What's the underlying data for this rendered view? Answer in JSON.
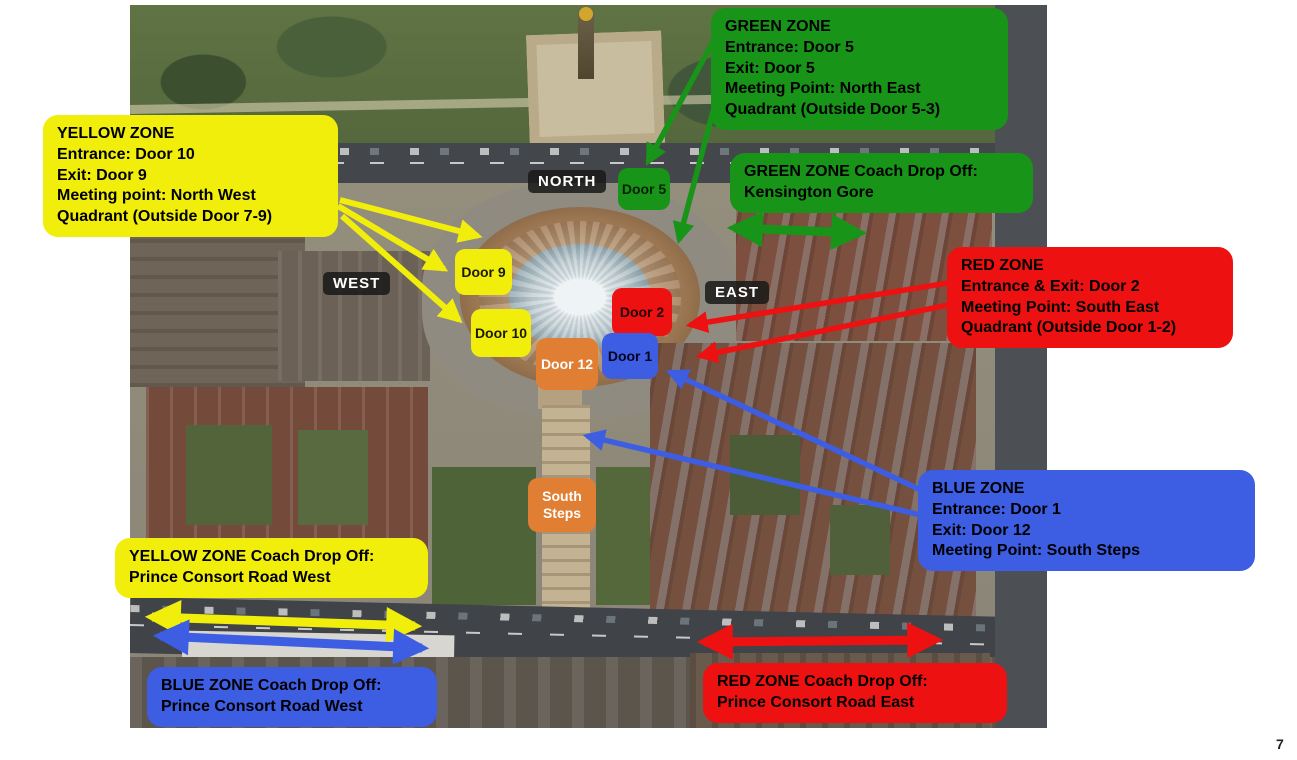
{
  "page": {
    "number": "7"
  },
  "compass": {
    "north": "NORTH",
    "west": "WEST",
    "east": "EAST"
  },
  "colors": {
    "green": "#189418",
    "yellow": "#f2ee0b",
    "red": "#ee1111",
    "blue": "#3d5de3",
    "orange": "#e07e33",
    "compass_label_bg": "#191919"
  },
  "zones": {
    "green": {
      "title": "GREEN ZONE",
      "lines": [
        "Entrance: Door 5",
        "Exit: Door 5",
        "Meeting Point: North East Quadrant (Outside Door 5-3)"
      ],
      "coach": {
        "line1": "GREEN ZONE Coach Drop Off:",
        "line2": "Kensington Gore"
      }
    },
    "yellow": {
      "title": "YELLOW ZONE",
      "lines": [
        "Entrance: Door 10",
        "Exit: Door 9",
        "Meeting point: North West Quadrant (Outside Door 7-9)"
      ],
      "coach": {
        "line1": "YELLOW ZONE Coach Drop Off:",
        "line2": "Prince Consort Road West"
      }
    },
    "red": {
      "title": "RED ZONE",
      "lines": [
        "Entrance & Exit: Door 2",
        "Meeting Point: South East Quadrant (Outside Door 1-2)"
      ],
      "coach": {
        "line1": "RED ZONE Coach Drop Off:",
        "line2": "Prince Consort Road East"
      }
    },
    "blue": {
      "title": "BLUE ZONE",
      "lines": [
        "Entrance: Door 1",
        "Exit: Door 12",
        "Meeting Point: South Steps"
      ],
      "coach": {
        "line1": "BLUE ZONE Coach Drop Off:",
        "line2": "Prince Consort Road West"
      }
    }
  },
  "doors": {
    "door5": "Door 5",
    "door9": "Door 9",
    "door10": "Door 10",
    "door12": "Door 12",
    "door2": "Door 2",
    "door1": "Door 1",
    "south_steps": "South Steps"
  }
}
